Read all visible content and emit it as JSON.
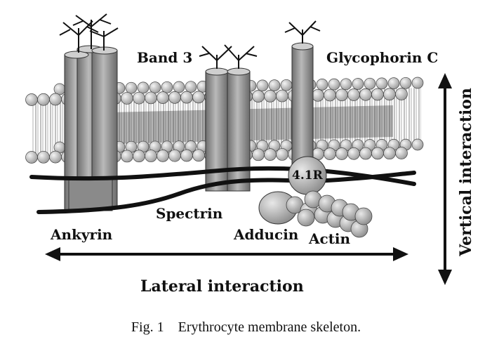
{
  "labels": {
    "band3": "Band 3",
    "glycophorin": "Glycophorin C",
    "spectrin": "Spectrin",
    "ankyrin": "Ankyrin",
    "adducin": "Adducin",
    "actin": "Actin",
    "protein41r": "4.1R",
    "lateral": "Lateral interaction",
    "vertical": "Vertical interaction"
  },
  "caption": {
    "fig": "Fig. 1",
    "text": "Erythrocyte membrane skeleton."
  },
  "colors": {
    "lipid_head": "#d6d6d6",
    "protein": "#8a8a8a",
    "spectrin": "#111111",
    "background": "#ffffff"
  }
}
